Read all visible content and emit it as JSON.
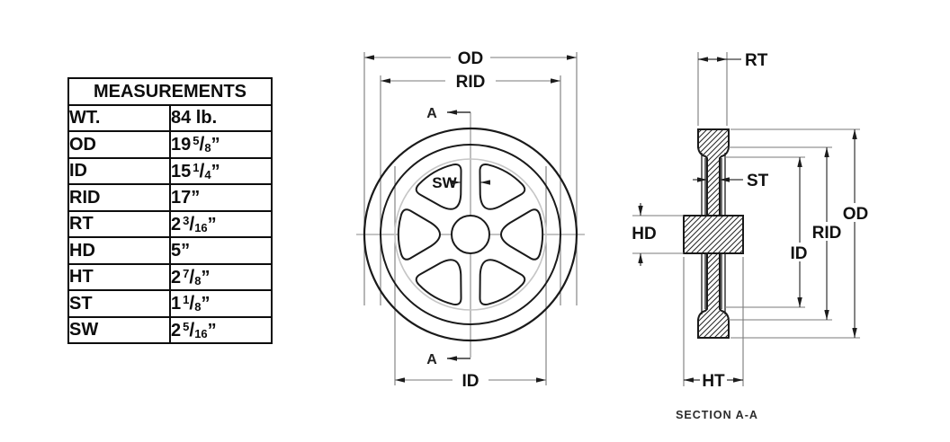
{
  "table": {
    "header": "MEASUREMENTS",
    "rows": [
      {
        "label": "WT.",
        "whole": "84 lb.",
        "num": "",
        "den": "",
        "suffix": ""
      },
      {
        "label": "OD",
        "whole": "19",
        "num": "5",
        "den": "8",
        "suffix": "”"
      },
      {
        "label": "ID",
        "whole": "15",
        "num": "1",
        "den": "4",
        "suffix": "”"
      },
      {
        "label": "RID",
        "whole": "17",
        "num": "",
        "den": "",
        "suffix": "”"
      },
      {
        "label": "RT",
        "whole": "2",
        "num": "3",
        "den": "16",
        "suffix": "”"
      },
      {
        "label": "HD",
        "whole": "5",
        "num": "",
        "den": "",
        "suffix": "”"
      },
      {
        "label": "HT",
        "whole": "2",
        "num": "7",
        "den": "8",
        "suffix": "”"
      },
      {
        "label": "ST",
        "whole": "1",
        "num": "1",
        "den": "8",
        "suffix": "”"
      },
      {
        "label": "SW",
        "whole": "2",
        "num": "5",
        "den": "16",
        "suffix": "”"
      }
    ]
  },
  "front_view": {
    "labels": {
      "od": "OD",
      "rid": "RID",
      "id": "ID",
      "sw": "SW",
      "section_marker_top": "A",
      "section_marker_bottom": "A"
    }
  },
  "section_view": {
    "labels": {
      "rt": "RT",
      "st": "ST",
      "hd": "HD",
      "ht": "HT",
      "od": "OD",
      "rid": "RID",
      "id": "ID"
    },
    "caption": "SECTION A-A"
  },
  "colors": {
    "background": "#ffffff",
    "object_line": "#1a1a1a",
    "dimension_line": "#7a7a7a",
    "faint_circle": "#c6c6c6",
    "text": "#0d0d0d"
  }
}
